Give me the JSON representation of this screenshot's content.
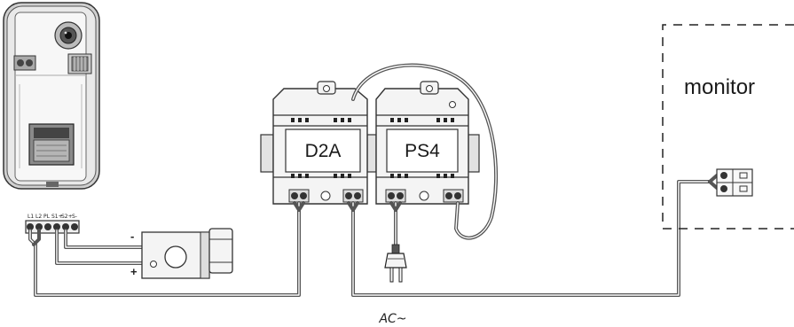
{
  "modules": {
    "d2a_label": "D2A",
    "ps4_label": "PS4"
  },
  "monitor": {
    "label": "monitor"
  },
  "door_panel": {
    "terminal_labels": [
      "L1",
      "L2",
      "PL",
      "S1+",
      "S2+",
      "S-"
    ]
  },
  "lock": {
    "minus_label": "-",
    "plus_label": "+"
  },
  "power": {
    "ac_label": "AC~"
  }
}
